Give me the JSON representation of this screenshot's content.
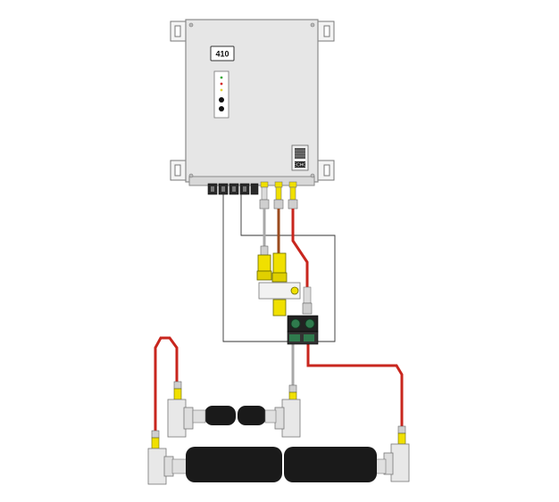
{
  "controller": {
    "label": "410",
    "badge_text": "ECHO",
    "indicators": [
      {
        "name": "led-green",
        "color": "#3aa83a"
      },
      {
        "name": "led-red",
        "color": "#d42a2a"
      },
      {
        "name": "led-yellow",
        "color": "#e4d23a"
      }
    ]
  },
  "colors": {
    "enclosure": "#e6e6e6",
    "enclosure_stroke": "#8a8a8a",
    "fitting_yellow": "#f0e000",
    "tube_red": "#c8261e",
    "tube_brown": "#9b4a1e",
    "tube_gray": "#a8a8a8",
    "valve_green": "#2f7a4d",
    "hose_black": "#1a1a1a"
  }
}
